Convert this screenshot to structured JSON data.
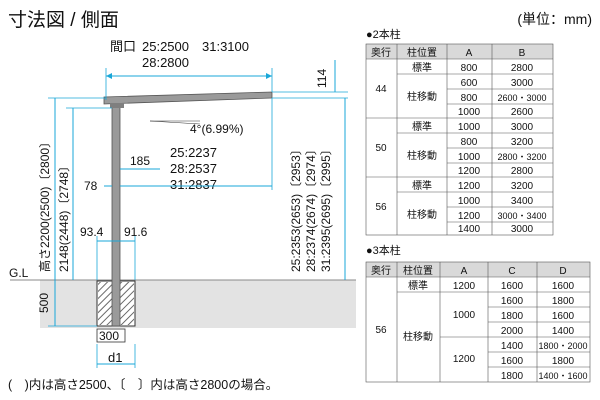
{
  "title": "寸法図 / 側面",
  "unit_note": "(単位：mm)",
  "footnote": "(　)内は高さ2500、〔　〕内は高さ2800の場合。",
  "colors": {
    "dimension": "#1aa7d8",
    "header_bg": "#d9d9d9",
    "ground": "#e3e3e3",
    "structure": "#8a8a8a"
  },
  "diagram": {
    "frontage_label": "間口",
    "frontage_line1": "25:2500　31:3100",
    "frontage_line2": "28:2800",
    "roof_height": "114",
    "slope": "4°(6.99%)",
    "post_offset": "185",
    "depth_line1": "25:2237",
    "depth_line2": "28:2537",
    "depth_line3": "31:2837",
    "beam_depth": "78",
    "left_offset": "93.4",
    "right_offset": "91.6",
    "total_height": "高さ2200(2500)〔2800〕",
    "eave_height": "2148(2448)〔2748〕",
    "front_height_1": "25:2353(2653)〔2953〕",
    "front_height_2": "28:2374(2674)〔2974〕",
    "front_height_3": "31:2395(2695)〔2995〕",
    "ground_label": "G.L",
    "embed_depth": "500",
    "base_width": "300",
    "d1_label": "d1"
  },
  "table1": {
    "title": "●2本柱",
    "headers": [
      "奥行",
      "柱位置",
      "A",
      "B"
    ],
    "groups": [
      {
        "depth": "44",
        "rows": [
          {
            "position": "標準",
            "a": "800",
            "b": "2800"
          },
          {
            "position": "柱移動",
            "a": "600",
            "b": "3000"
          },
          {
            "position": "",
            "a": "800",
            "b": "2600・3000"
          },
          {
            "position": "",
            "a": "1000",
            "b": "2600"
          }
        ]
      },
      {
        "depth": "50",
        "rows": [
          {
            "position": "標準",
            "a": "1000",
            "b": "3000"
          },
          {
            "position": "柱移動",
            "a": "800",
            "b": "3200"
          },
          {
            "position": "",
            "a": "1000",
            "b": "2800・3200"
          },
          {
            "position": "",
            "a": "1200",
            "b": "2800"
          }
        ]
      },
      {
        "depth": "56",
        "rows": [
          {
            "position": "標準",
            "a": "1200",
            "b": "3200"
          },
          {
            "position": "柱移動",
            "a": "1000",
            "b": "3400"
          },
          {
            "position": "",
            "a": "1200",
            "b": "3000・3400"
          },
          {
            "position": "",
            "a": "1400",
            "b": "3000"
          }
        ]
      }
    ]
  },
  "table2": {
    "title": "●3本柱",
    "headers": [
      "奥行",
      "柱位置",
      "A",
      "C",
      "D"
    ],
    "depth": "56",
    "standard": {
      "position": "標準",
      "a": "1200",
      "c": "1600",
      "d": "1600"
    },
    "moved_label": "柱移動",
    "a_1000": "1000",
    "a_1200": "1200",
    "rows": [
      {
        "c": "1600",
        "d": "1800"
      },
      {
        "c": "1800",
        "d": "1600"
      },
      {
        "c": "2000",
        "d": "1400"
      },
      {
        "c": "1400",
        "d": "1800・2000"
      },
      {
        "c": "1600",
        "d": "1800"
      },
      {
        "c": "1800",
        "d": "1400・1600"
      }
    ]
  }
}
